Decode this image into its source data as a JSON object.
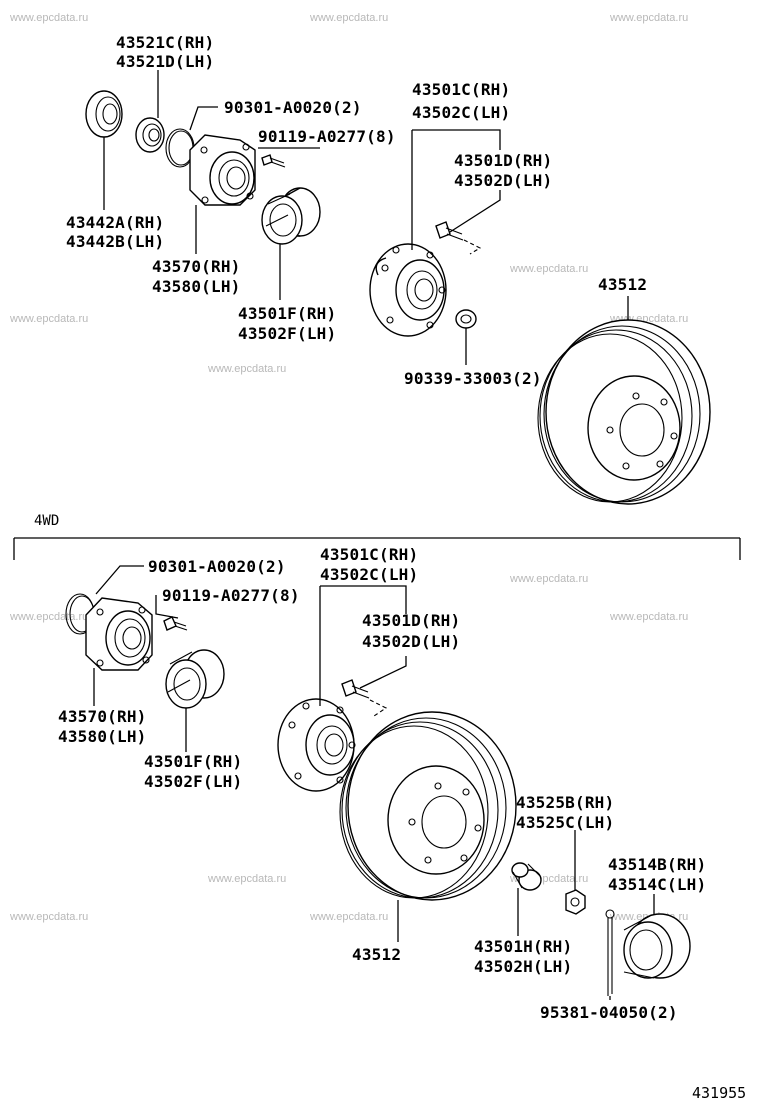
{
  "watermark": "www.epcdata.ru",
  "section_label": "4WD",
  "figure_code": "431955",
  "top": {
    "p43521": [
      "43521C(RH)",
      "43521D(LH)"
    ],
    "p90301": "90301-A0020(2)",
    "p90119": "90119-A0277(8)",
    "p43442": [
      "43442A(RH)",
      "43442B(LH)"
    ],
    "p43570": [
      "43570(RH)",
      "43580(LH)"
    ],
    "p43501F": [
      "43501F(RH)",
      "43502F(LH)"
    ],
    "p43501C": [
      "43501C(RH)",
      "43502C(LH)"
    ],
    "p43501D": [
      "43501D(RH)",
      "43502D(LH)"
    ],
    "p43512": "43512",
    "p90339": "90339-33003(2)"
  },
  "bottom": {
    "p90301": "90301-A0020(2)",
    "p90119": "90119-A0277(8)",
    "p43501C": [
      "43501C(RH)",
      "43502C(LH)"
    ],
    "p43501D": [
      "43501D(RH)",
      "43502D(LH)"
    ],
    "p43570": [
      "43570(RH)",
      "43580(LH)"
    ],
    "p43501F": [
      "43501F(RH)",
      "43502F(LH)"
    ],
    "p43525": [
      "43525B(RH)",
      "43525C(LH)"
    ],
    "p43514": [
      "43514B(RH)",
      "43514C(LH)"
    ],
    "p43501H": [
      "43501H(RH)",
      "43502H(LH)"
    ],
    "p43512": "43512",
    "p95381": "95381-04050(2)"
  }
}
